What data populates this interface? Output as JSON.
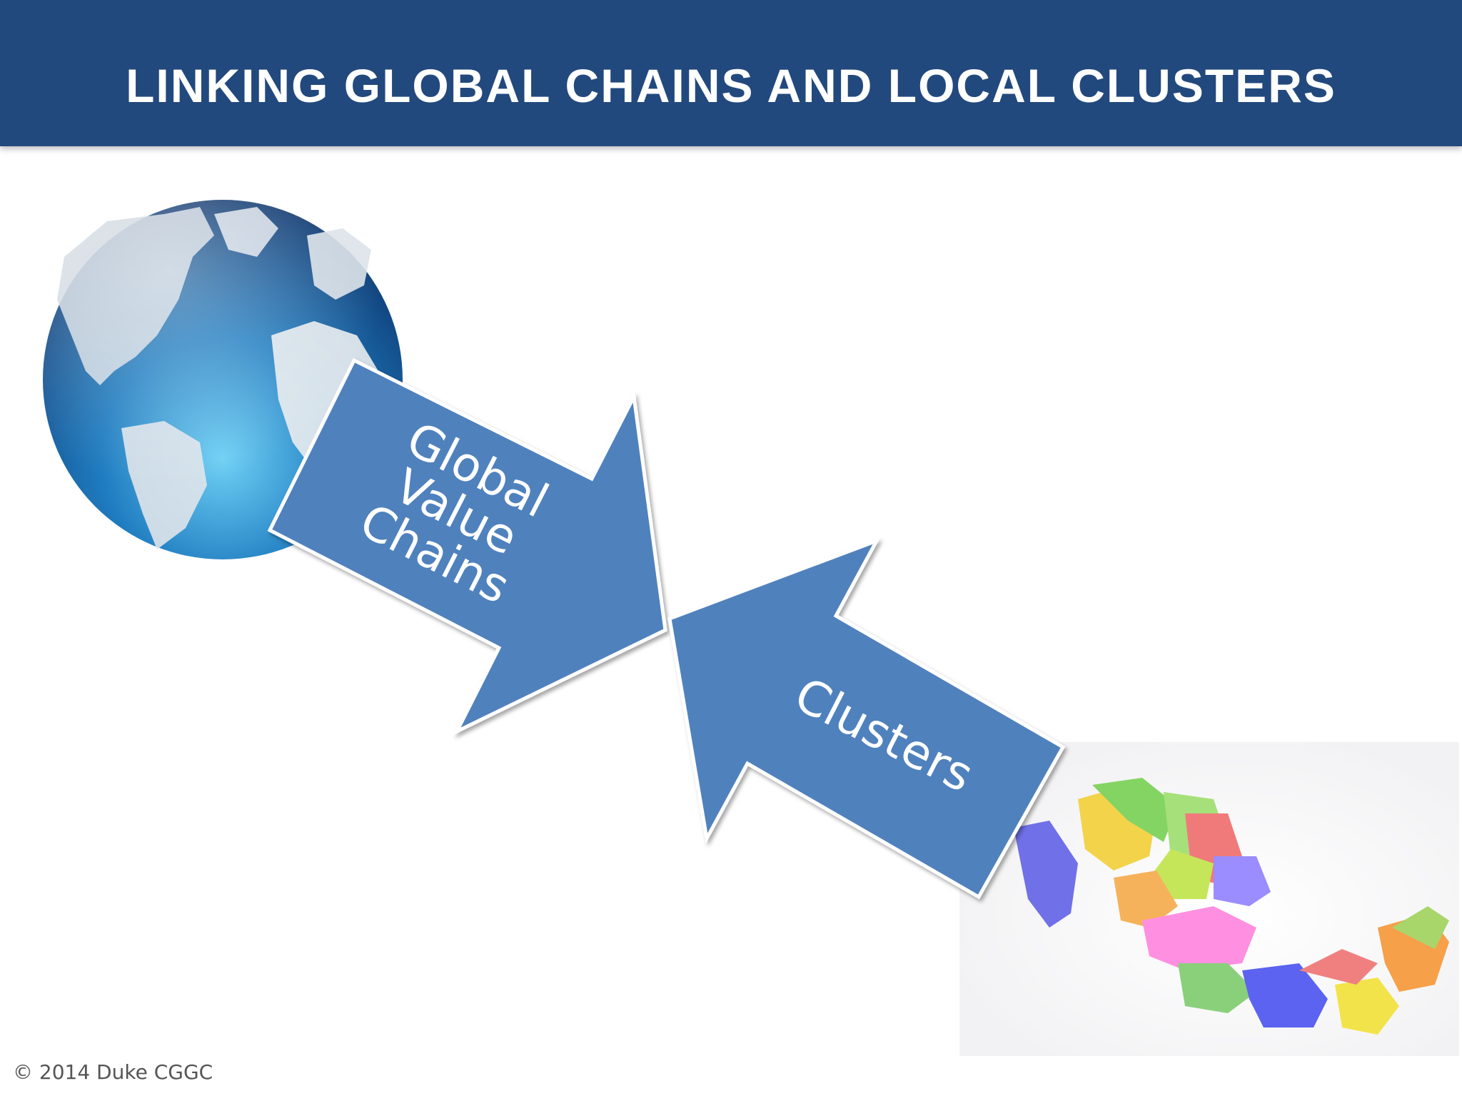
{
  "slide": {
    "title": "LINKING GLOBAL CHAINS AND LOCAL CLUSTERS",
    "footer": "© 2014 Duke CGGC"
  },
  "arrows": {
    "global_lines": [
      "Global",
      "Value",
      "Chains"
    ],
    "clusters_label": "Clusters"
  },
  "images": {
    "globe": "globe-icon",
    "map": "mexico-map-icon"
  },
  "colors": {
    "header": "#22497d",
    "arrow_fill": "#4f81bd",
    "arrow_text": "#ffffff"
  }
}
